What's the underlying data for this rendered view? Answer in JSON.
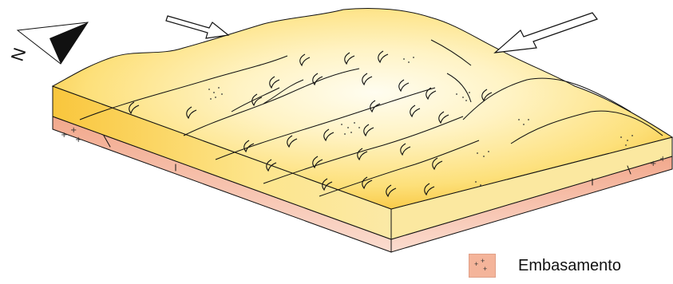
{
  "compass": {
    "north_label": "N",
    "icon": "north-arrow-icon"
  },
  "wind_arrows": {
    "icon": "wind-direction-arrow-icon",
    "count": 2
  },
  "legend": {
    "items": [
      {
        "label": "Embasamento",
        "swatch_color": "#f4b49a",
        "symbol": "+"
      }
    ]
  },
  "colors": {
    "sand_light": "#fffbe6",
    "sand": "#fde68a",
    "sand_dark": "#f9c22e",
    "basement": "#f4b49a",
    "outline": "#111111"
  }
}
